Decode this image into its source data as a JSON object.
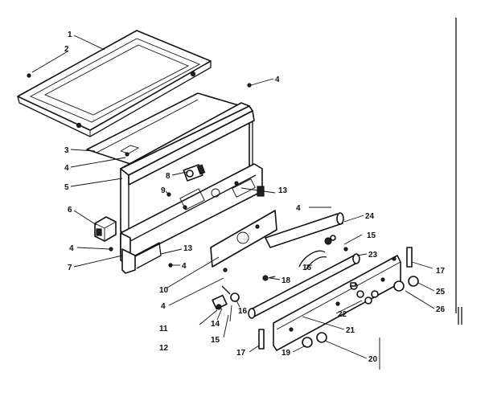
{
  "diagram": {
    "callouts": [
      {
        "id": "c1",
        "text": "1"
      },
      {
        "id": "c2",
        "text": "2"
      },
      {
        "id": "c3",
        "text": "3"
      },
      {
        "id": "c4a",
        "text": "4"
      },
      {
        "id": "c4b",
        "text": "4"
      },
      {
        "id": "c4c",
        "text": "4"
      },
      {
        "id": "c4d",
        "text": "4"
      },
      {
        "id": "c4e",
        "text": "4"
      },
      {
        "id": "c4f",
        "text": "4"
      },
      {
        "id": "c5",
        "text": "5"
      },
      {
        "id": "c6",
        "text": "6"
      },
      {
        "id": "c7",
        "text": "7"
      },
      {
        "id": "c8",
        "text": "8"
      },
      {
        "id": "c9",
        "text": "9"
      },
      {
        "id": "c10",
        "text": "10"
      },
      {
        "id": "c11",
        "text": "11"
      },
      {
        "id": "c12",
        "text": "12"
      },
      {
        "id": "c13a",
        "text": "13"
      },
      {
        "id": "c13b",
        "text": "13"
      },
      {
        "id": "c14",
        "text": "14"
      },
      {
        "id": "c15a",
        "text": "15"
      },
      {
        "id": "c15b",
        "text": "15"
      },
      {
        "id": "c16a",
        "text": "16"
      },
      {
        "id": "c16b",
        "text": "16"
      },
      {
        "id": "c17a",
        "text": "17"
      },
      {
        "id": "c17b",
        "text": "17"
      },
      {
        "id": "c18",
        "text": "18"
      },
      {
        "id": "c19",
        "text": "19"
      },
      {
        "id": "c20",
        "text": "20"
      },
      {
        "id": "c21",
        "text": "21"
      },
      {
        "id": "c22",
        "text": "22"
      },
      {
        "id": "c23",
        "text": "23"
      },
      {
        "id": "c24",
        "text": "24"
      },
      {
        "id": "c25",
        "text": "25"
      },
      {
        "id": "c26",
        "text": "26"
      }
    ]
  }
}
